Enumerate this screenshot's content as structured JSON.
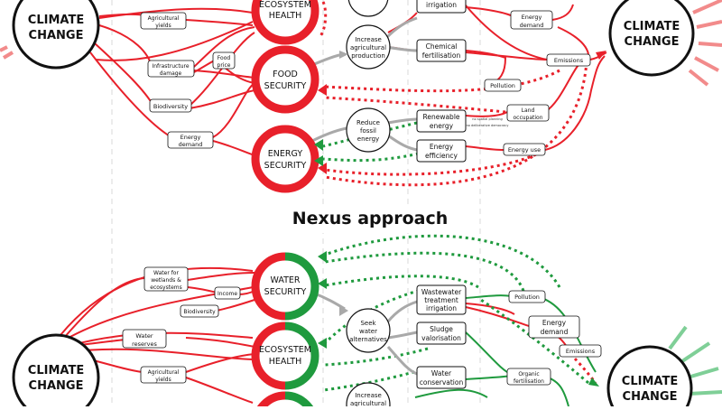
{
  "section_title": "Nexus approach",
  "colors": {
    "red": "#e8202a",
    "green": "#1f9a3e",
    "gray": "#a9a9a9",
    "ray_red": "#f28b8b",
    "ray_green": "#7fcf97",
    "dash": "#d8d8d8"
  },
  "top_panel": {
    "climate_change_left": [
      "CLIMATE",
      "CHANGE"
    ],
    "climate_change_right": [
      "CLIMATE",
      "CHANGE"
    ],
    "security_nodes": {
      "ecosystem_health": [
        "ECOSYSTEM",
        "HEALTH"
      ],
      "food_security": [
        "FOOD",
        "SECURITY"
      ],
      "energy_security": [
        "ENERGY",
        "SECURITY"
      ]
    },
    "strategies": {
      "increase_agri": [
        "Increase",
        "agricultural",
        "production"
      ],
      "reduce_fossil": [
        "Reduce",
        "fossil",
        "energy"
      ]
    },
    "actions": {
      "irrigation": [
        "irrigation"
      ],
      "chemical_fert": [
        "Chemical",
        "fertilisation"
      ],
      "renewable": [
        "Renewable",
        "energy"
      ],
      "efficiency": [
        "Energy",
        "efficiency"
      ]
    },
    "boxes": {
      "agri_yields": [
        "Agricultural",
        "yields"
      ],
      "infra_damage": [
        "Infrastructure",
        "damage"
      ],
      "food_price": [
        "Food",
        "price"
      ],
      "biodiversity": [
        "Biodiversity"
      ],
      "energy_demand_left": [
        "Energy",
        "demand"
      ],
      "energy_demand_right": [
        "Energy",
        "demand"
      ],
      "emissions": [
        "Emissions"
      ],
      "pollution": [
        "Pollution"
      ],
      "land_occupation": [
        "Land",
        "occupation"
      ],
      "energy_use": [
        "Energy use"
      ]
    },
    "tiny_labels": [
      "no spatial planning",
      "no deliberative democracy"
    ]
  },
  "bottom_panel": {
    "climate_change_left": [
      "CLIMATE",
      "CHANGE"
    ],
    "climate_change_right": [
      "CLIMATE",
      "CHANGE"
    ],
    "security_nodes": {
      "water_security": [
        "WATER",
        "SECURITY"
      ],
      "ecosystem_health": [
        "ECOSYSTEM",
        "HEALTH"
      ]
    },
    "strategies": {
      "seek_water": [
        "Seek",
        "water",
        "alternatives"
      ],
      "increase_agri": [
        "Increase",
        "agricultural"
      ]
    },
    "actions": {
      "wastewater": [
        "Wastewater",
        "treatment",
        "irrigation"
      ],
      "sludge": [
        "Sludge",
        "valorisation"
      ],
      "water_conservation": [
        "Water",
        "conservation"
      ]
    },
    "boxes": {
      "water_wetlands": [
        "Water for",
        "wetlands &",
        "ecosystems"
      ],
      "income": [
        "Income"
      ],
      "biodiversity": [
        "Biodiversity"
      ],
      "water_reserves": [
        "Water",
        "reserves"
      ],
      "agri_yields": [
        "Agricultural",
        "yields"
      ],
      "pollution": [
        "Pollution"
      ],
      "energy_demand": [
        "Energy",
        "demand"
      ],
      "emissions": [
        "Emissions"
      ],
      "organic_fert": [
        "Organic",
        "fertilisation"
      ]
    }
  }
}
